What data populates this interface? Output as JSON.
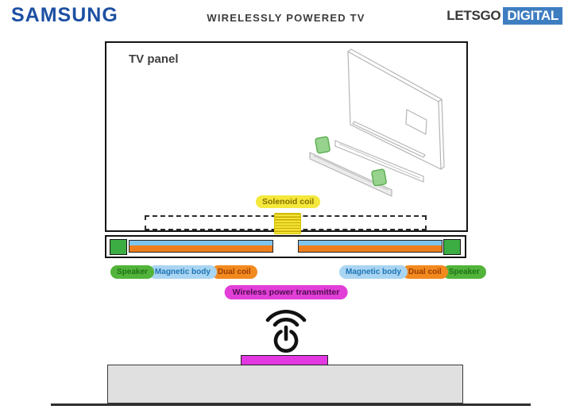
{
  "header": {
    "brand": "SAMSUNG",
    "title": "WIRELESSLY POWERED TV",
    "site_brand_left": "LETSGO",
    "site_brand_right": "DIGITAL"
  },
  "diagram": {
    "tv_panel_label": "TV panel",
    "solenoid_coil_label": "Solenoid coil",
    "transmitter_label": "Wireless power transmitter",
    "legend": {
      "speaker": "Speaker",
      "magnetic_body": "Magnetic body",
      "dual_coil": "Dual coil"
    },
    "legend_left_order": [
      "Speaker",
      "Magnetic body",
      "Dual coil"
    ],
    "legend_right_order": [
      "Magnetic body",
      "Dual coil",
      "Speaker"
    ]
  },
  "icons": {
    "wireless_power": "power-symbol-with-wireless-arcs"
  },
  "colors": {
    "samsung_blue": "#1d50a3",
    "title_gray": "#3d3d3d",
    "letsgo_dark": "#383838",
    "letsgo_blue": "#3f7dc1",
    "speaker_green": "#52b43a",
    "magnetic_body_blue": "#a9d5f2",
    "dual_coil_orange": "#f28a1f",
    "solenoid_yellow": "#f4e83b",
    "transmitter_magenta": "#e23fd8",
    "soundbar_square_green": "#3cad43",
    "bar_strip_blue": "#7fc4ed",
    "bar_strip_orange": "#ef7f1d",
    "sketch_highlight_green": "#97d38d",
    "table_gray": "#e0e0e0",
    "outline_black": "#141414"
  }
}
